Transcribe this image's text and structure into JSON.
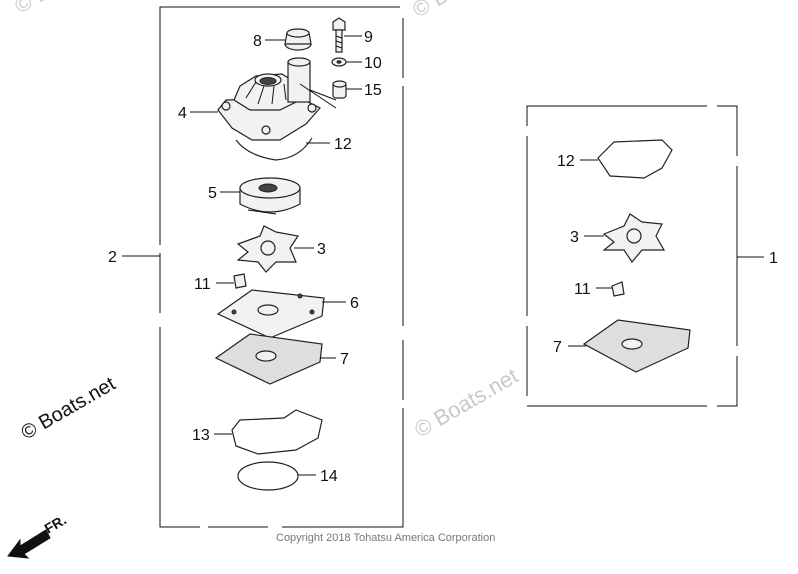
{
  "watermarks": {
    "top_left": "© Bo",
    "top_center": "© Bo",
    "mid_right": "© Boats.net",
    "brand": "© Boats.net"
  },
  "copyright": "Copyright 2018 Tohatsu America Corporation",
  "direction_label": "FR.",
  "callouts": {
    "c8": "8",
    "c9": "9",
    "c10": "10",
    "c15": "15",
    "c4": "4",
    "c12a": "12",
    "c5": "5",
    "c2": "2",
    "c3a": "3",
    "c11a": "11",
    "c6": "6",
    "c7a": "7",
    "c13": "13",
    "c14": "14",
    "c12b": "12",
    "c3b": "3",
    "c11b": "11",
    "c7b": "7",
    "c1": "1"
  }
}
